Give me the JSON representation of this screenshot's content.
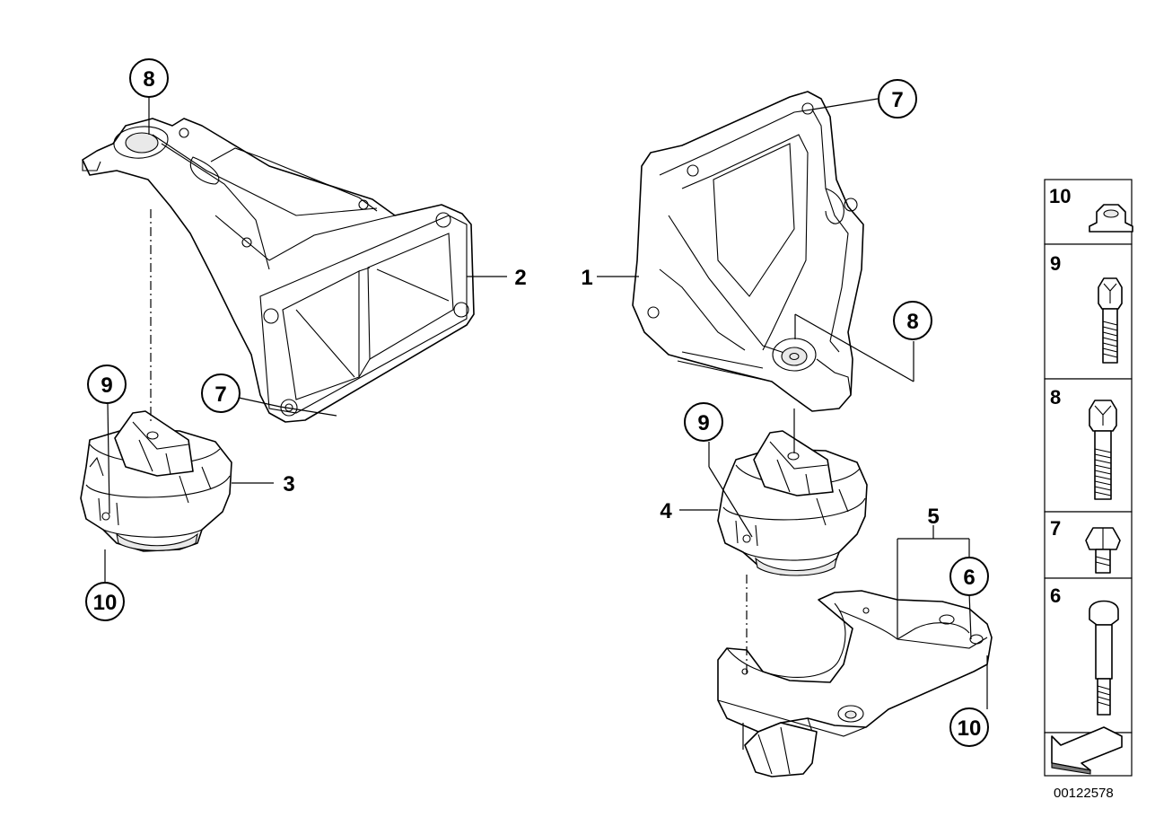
{
  "callouts": {
    "left_top_8": "8",
    "left_top_7": "7",
    "left_mount_9": "9",
    "left_mount_10": "10",
    "right_top_7": "7",
    "right_mid_8": "8",
    "right_mount_9": "9",
    "right_lower_6": "6",
    "right_lower_10": "10"
  },
  "labels": {
    "part_1": "1",
    "part_2": "2",
    "part_3": "3",
    "part_4": "4",
    "part_5": "5"
  },
  "legend": {
    "items": [
      "10",
      "9",
      "8",
      "7",
      "6"
    ]
  },
  "reference_number": "00122578"
}
